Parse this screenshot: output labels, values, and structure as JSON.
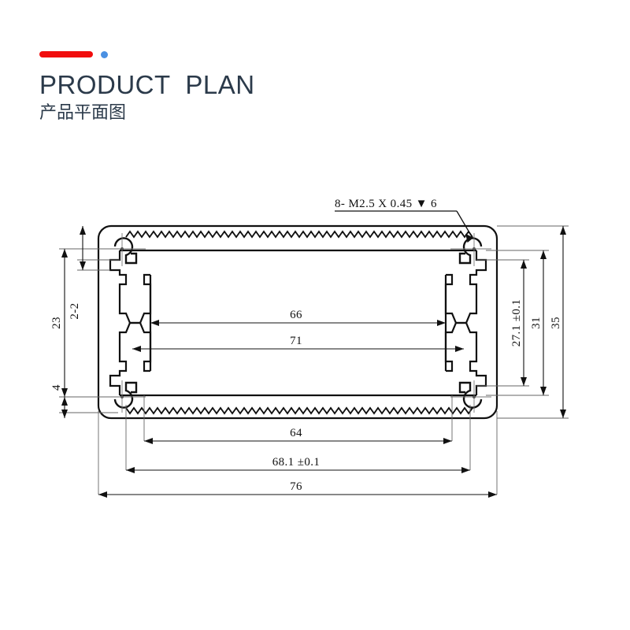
{
  "header": {
    "accent_bar_color": "#f10d0d",
    "accent_dot_color": "#4a90e2",
    "title_color": "#2b3a4a",
    "title_en": "PRODUCT  PLAN",
    "title_cn": "产品平面图"
  },
  "drawing": {
    "line_color": "#111111",
    "thin_line_color": "#555555",
    "note": "8- M2.5 X 0.45 ▼ 6",
    "dimensions": {
      "left": {
        "overall_23": "23",
        "section_2_2": "2-2",
        "bottom_4": "4"
      },
      "right": {
        "inner_27_1": "27.1 ±0.1",
        "mid_31": "31",
        "overall_35": "35"
      },
      "center": {
        "inner_66": "66",
        "inner_71": "71"
      },
      "bottom": {
        "dim_64": "64",
        "dim_68_1": "68.1 ±0.1",
        "dim_76": "76"
      }
    }
  }
}
